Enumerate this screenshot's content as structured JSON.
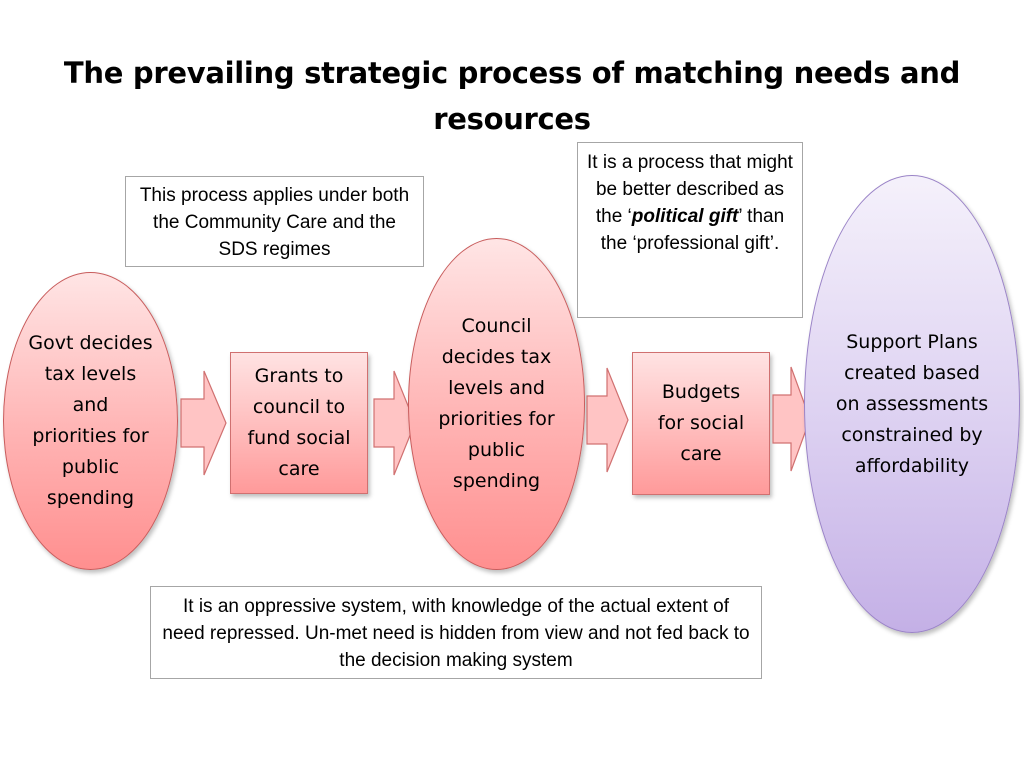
{
  "title": "The prevailing strategic process of matching needs and resources",
  "notes": {
    "regimes": "This process applies under both the Community Care and the SDS regimes",
    "political_gift": {
      "before": "It is a process that might be better described as the ‘",
      "emphasis": "political gift",
      "after": "’ than the ‘professional gift’."
    },
    "oppressive": "It is an oppressive system, with knowledge of the actual extent of need repressed. Un-met need is hidden from view and not fed back to the decision making system"
  },
  "flow": {
    "govt": "Govt decides tax levels and priorities for public spending",
    "grants": "Grants to council to fund social care",
    "council": "Council decides tax levels and priorities for public spending",
    "budgets": "Budgets for social care",
    "support": "Support Plans created based on assessments constrained by affordability"
  },
  "colors": {
    "node_red": "#ffb3b3",
    "node_purple": "#dcd0f1",
    "arrow_fill": "#ffc4c4",
    "arrow_stroke": "#d07070"
  }
}
